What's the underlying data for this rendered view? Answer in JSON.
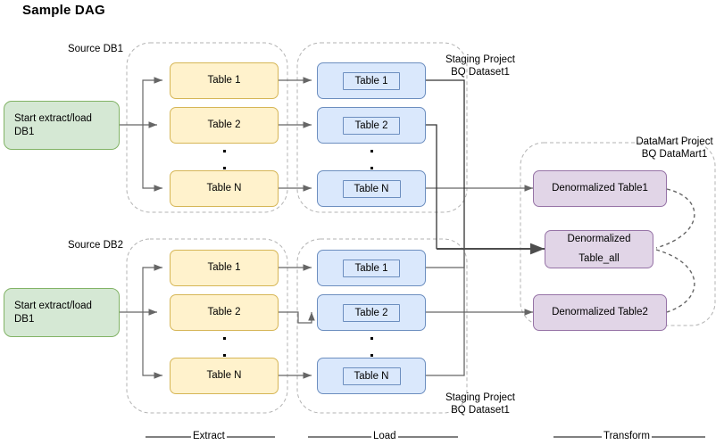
{
  "title": "Sample DAG",
  "groups": {
    "source_db1_label": "Source DB1",
    "source_db2_label": "Source DB2",
    "staging_top_label": "Staging Project\nBQ Dataset1",
    "staging_bottom_label": "Staging Project\nBQ Dataset1",
    "datamart_label": "DataMart Project\nBQ DataMart1"
  },
  "start_nodes": [
    {
      "label": "Start extract/load DB1"
    },
    {
      "label": "Start extract/load DB1"
    }
  ],
  "extract_top": [
    {
      "label": "Table 1"
    },
    {
      "label": "Table 2"
    },
    {
      "label": "Table N"
    }
  ],
  "extract_bottom": [
    {
      "label": "Table 1"
    },
    {
      "label": "Table 2"
    },
    {
      "label": "Table N"
    }
  ],
  "load_top": [
    {
      "label": "Table 1"
    },
    {
      "label": "Table 2"
    },
    {
      "label": "Table N"
    }
  ],
  "load_bottom": [
    {
      "label": "Table 1"
    },
    {
      "label": "Table 2"
    },
    {
      "label": "Table N"
    }
  ],
  "transform": [
    {
      "label": "Denormalized Table1"
    },
    {
      "label_line1": "Denormalized",
      "label_line2": "Table_all"
    },
    {
      "label": "Denormalized Table2"
    }
  ],
  "phases": [
    {
      "label": "Extract"
    },
    {
      "label": "Load"
    },
    {
      "label": "Transform"
    }
  ],
  "colors": {
    "green_fill": "#d5e8d4",
    "green_stroke": "#82b366",
    "yellow_fill": "#fff2cc",
    "yellow_stroke": "#d6b656",
    "blue_fill": "#dae8fc",
    "blue_stroke": "#6c8ebf",
    "purple_fill": "#e1d5e7",
    "purple_stroke": "#9673a6",
    "edge": "#666666",
    "container_dash": "#b3b3b3"
  }
}
